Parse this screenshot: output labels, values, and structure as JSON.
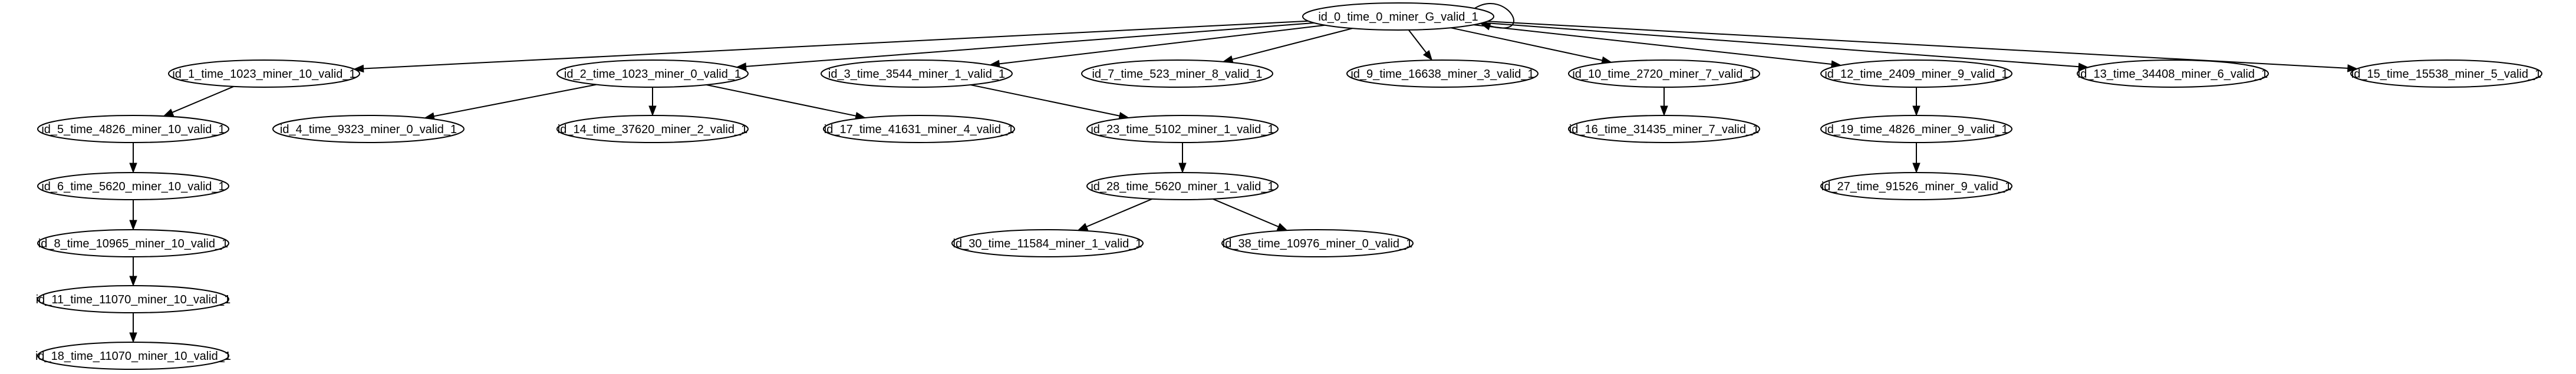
{
  "graph": {
    "nodes": [
      {
        "id": "n0",
        "label": "id_0_time_0_miner_G_valid_1"
      },
      {
        "id": "n1",
        "label": "id_1_time_1023_miner_10_valid_1"
      },
      {
        "id": "n2",
        "label": "id_2_time_1023_miner_0_valid_1"
      },
      {
        "id": "n3",
        "label": "id_3_time_3544_miner_1_valid_1"
      },
      {
        "id": "n7",
        "label": "id_7_time_523_miner_8_valid_1"
      },
      {
        "id": "n9",
        "label": "id_9_time_16638_miner_3_valid_1"
      },
      {
        "id": "n10",
        "label": "id_10_time_2720_miner_7_valid_1"
      },
      {
        "id": "n12",
        "label": "id_12_time_2409_miner_9_valid_1"
      },
      {
        "id": "n13",
        "label": "id_13_time_34408_miner_6_valid_1"
      },
      {
        "id": "n15",
        "label": "id_15_time_15538_miner_5_valid_1"
      },
      {
        "id": "n5",
        "label": "id_5_time_4826_miner_10_valid_1"
      },
      {
        "id": "n4",
        "label": "id_4_time_9323_miner_0_valid_1"
      },
      {
        "id": "n14",
        "label": "id_14_time_37620_miner_2_valid_1"
      },
      {
        "id": "n17",
        "label": "id_17_time_41631_miner_4_valid_1"
      },
      {
        "id": "n23",
        "label": "id_23_time_5102_miner_1_valid_1"
      },
      {
        "id": "n16",
        "label": "id_16_time_31435_miner_7_valid_1"
      },
      {
        "id": "n19",
        "label": "id_19_time_4826_miner_9_valid_1"
      },
      {
        "id": "n6",
        "label": "id_6_time_5620_miner_10_valid_1"
      },
      {
        "id": "n28",
        "label": "id_28_time_5620_miner_1_valid_1"
      },
      {
        "id": "n27",
        "label": "id_27_time_91526_miner_9_valid_1"
      },
      {
        "id": "n8",
        "label": "id_8_time_10965_miner_10_valid_1"
      },
      {
        "id": "n30",
        "label": "id_30_time_11584_miner_1_valid_1"
      },
      {
        "id": "n38",
        "label": "id_38_time_10976_miner_0_valid_1"
      },
      {
        "id": "n11",
        "label": "id_11_time_11070_miner_10_valid_1"
      },
      {
        "id": "n18",
        "label": "id_18_time_11070_miner_10_valid_1"
      }
    ],
    "edges": [
      {
        "from": "n0",
        "to": "n0"
      },
      {
        "from": "n0",
        "to": "n1"
      },
      {
        "from": "n0",
        "to": "n2"
      },
      {
        "from": "n0",
        "to": "n3"
      },
      {
        "from": "n0",
        "to": "n7"
      },
      {
        "from": "n0",
        "to": "n9"
      },
      {
        "from": "n0",
        "to": "n10"
      },
      {
        "from": "n0",
        "to": "n12"
      },
      {
        "from": "n0",
        "to": "n13"
      },
      {
        "from": "n0",
        "to": "n15"
      },
      {
        "from": "n1",
        "to": "n5"
      },
      {
        "from": "n5",
        "to": "n6"
      },
      {
        "from": "n6",
        "to": "n8"
      },
      {
        "from": "n8",
        "to": "n11"
      },
      {
        "from": "n11",
        "to": "n18"
      },
      {
        "from": "n2",
        "to": "n4"
      },
      {
        "from": "n2",
        "to": "n14"
      },
      {
        "from": "n2",
        "to": "n17"
      },
      {
        "from": "n3",
        "to": "n23"
      },
      {
        "from": "n23",
        "to": "n28"
      },
      {
        "from": "n28",
        "to": "n30"
      },
      {
        "from": "n28",
        "to": "n38"
      },
      {
        "from": "n10",
        "to": "n16"
      },
      {
        "from": "n12",
        "to": "n19"
      },
      {
        "from": "n19",
        "to": "n27"
      }
    ]
  }
}
